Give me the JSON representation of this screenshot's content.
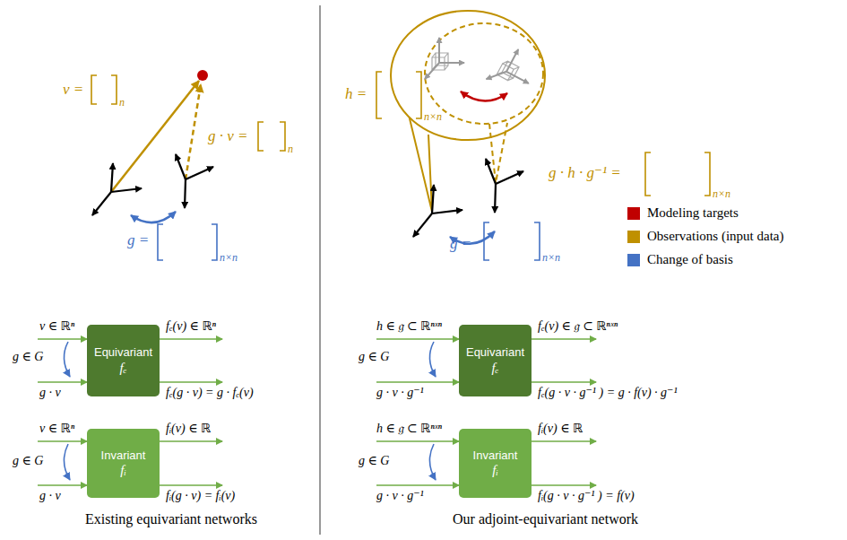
{
  "diagram": {
    "nodes": [
      {
        "text": [
          "Equivariant",
          "fₑ"
        ]
      },
      {
        "text": [
          "Invariant",
          "fᵢ"
        ]
      },
      {
        "text": [
          "Equivariant",
          "fₑ"
        ]
      },
      {
        "text": [
          "Invariant",
          "fᵢ"
        ]
      }
    ],
    "labels": [
      "v =",
      "n",
      "g · v =",
      "n",
      "g =",
      "n×n",
      "h =",
      "n×n",
      "g · h · g⁻¹ =",
      "n×n",
      "g =",
      "n×n",
      "v ∈ ℝⁿ",
      "g ∈ G",
      "g · v",
      "fₑ(v) ∈ ℝⁿ",
      "fₑ(g · v) = g · fₑ(v)",
      "v ∈ ℝⁿ",
      "g ∈ G",
      "g · v",
      "fᵢ(v) ∈ ℝ",
      "fᵢ(g · v) = fᵢ(v)",
      "h ∈ 𝔤 ⊂ ℝⁿˣⁿ",
      "g ∈ G",
      "g · v · g⁻¹",
      "fₑ(v) ∈ 𝔤 ⊂ ℝⁿˣⁿ",
      "fₑ(g · v · g⁻¹ ) = g · f(v) · g⁻¹",
      "h ∈ 𝔤 ⊂ ℝⁿˣⁿ",
      "g ∈ G",
      "g · v · g⁻¹",
      "fᵢ(v) ∈ ℝ",
      "fᵢ(g · v · g⁻¹ ) = f(v)",
      "Existing equivariant networks",
      "Our adjoint-equivariant network"
    ],
    "legend": [
      {
        "text": "Modeling targets",
        "color": "#c00000"
      },
      {
        "text": "Observations (input data)",
        "color": "#bf9000"
      },
      {
        "text": "Change of basis",
        "color": "#4472c4"
      }
    ]
  }
}
